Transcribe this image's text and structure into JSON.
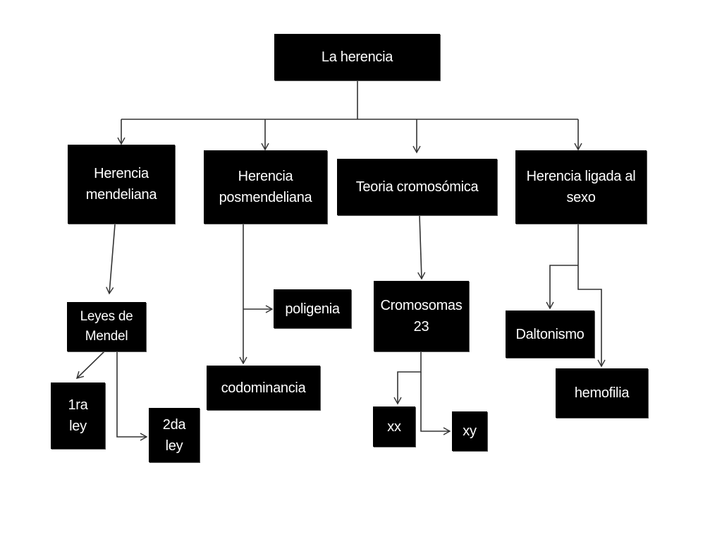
{
  "nodes": {
    "root": "La herencia",
    "mendeliana": "Herencia\nmendeliana",
    "posmendeliana": "Herencia\nposmendeliana",
    "teoria": "Teoria cromosómica",
    "ligada_sexo": "Herencia ligada al\nsexo",
    "leyes_mendel": "Leyes de\nMendel",
    "poligenia": "poligenia",
    "codominancia": "codominancia",
    "cromosomas": "Cromosomas\n23",
    "daltonismo": "Daltonismo",
    "hemofilia": "hemofilia",
    "primera_ley": "1ra\nley",
    "segunda_ley": "2da\nley",
    "xx": "xx",
    "xy": "xy"
  },
  "colors": {
    "node_fill": "#000000",
    "node_text": "#ffffff",
    "connector": "#333333",
    "background": "#ffffff"
  }
}
